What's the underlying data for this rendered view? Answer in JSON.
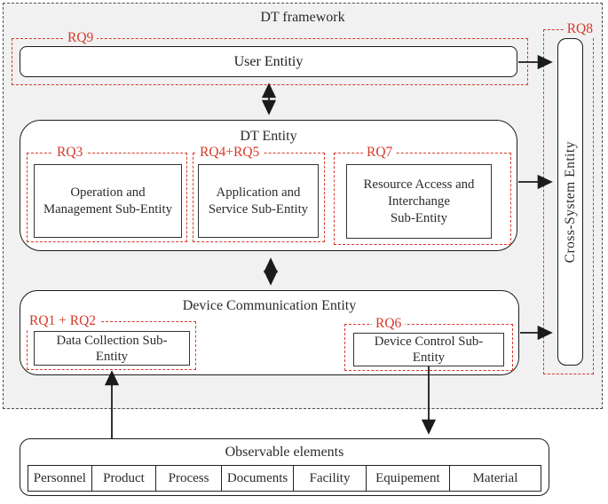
{
  "framework": {
    "title": "DT framework"
  },
  "user_entity": {
    "rq": "RQ9",
    "label": "User Entitiy"
  },
  "dt_entity": {
    "title": "DT Entity",
    "sub_entities": [
      {
        "rq": "RQ3",
        "label": "Operation and\nManagement Sub-Entity"
      },
      {
        "rq": "RQ4+RQ5",
        "label": "Application and\nService Sub-Entity"
      },
      {
        "rq": "RQ7",
        "label": "Resource Access and\nInterchange\nSub-Entity"
      }
    ]
  },
  "device_comm_entity": {
    "title": "Device Communication Entity",
    "sub_entities": [
      {
        "rq": "RQ1 + RQ2",
        "label": "Data Collection Sub-\nEntity"
      },
      {
        "rq": "RQ6",
        "label": "Device Control Sub-\nEntity"
      }
    ]
  },
  "cross_system_entity": {
    "rq": "RQ8",
    "label": "Cross-System Entity"
  },
  "observable": {
    "title": "Observable elements",
    "elements": [
      "Personnel",
      "Product",
      "Process",
      "Documents",
      "Facility",
      "Equipement",
      "Material"
    ]
  },
  "colors": {
    "accent_red": "#d63a2b",
    "frame_bg": "#f1f1f1",
    "line": "#1b1b1b"
  }
}
